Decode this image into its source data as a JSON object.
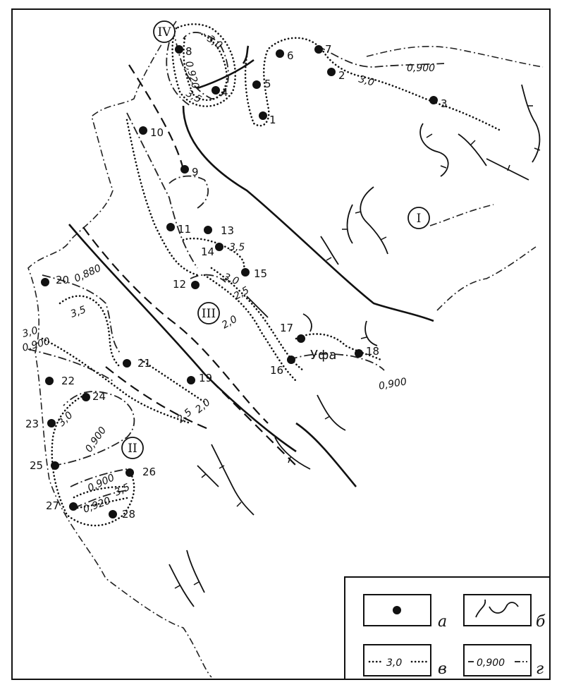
{
  "wells": [
    {
      "id": "1",
      "label": "1"
    },
    {
      "id": "2",
      "label": "2"
    },
    {
      "id": "3",
      "label": "3"
    },
    {
      "id": "4",
      "label": "4"
    },
    {
      "id": "5",
      "label": "5"
    },
    {
      "id": "6",
      "label": "6"
    },
    {
      "id": "7",
      "label": "7"
    },
    {
      "id": "8",
      "label": "8"
    },
    {
      "id": "9",
      "label": "9"
    },
    {
      "id": "10",
      "label": "10"
    },
    {
      "id": "11",
      "label": "11"
    },
    {
      "id": "12",
      "label": "12"
    },
    {
      "id": "13",
      "label": "13"
    },
    {
      "id": "14",
      "label": "14"
    },
    {
      "id": "15",
      "label": "15"
    },
    {
      "id": "16",
      "label": "16"
    },
    {
      "id": "17",
      "label": "17"
    },
    {
      "id": "18",
      "label": "18"
    },
    {
      "id": "19",
      "label": "19"
    },
    {
      "id": "20",
      "label": "20"
    },
    {
      "id": "21",
      "label": "21"
    },
    {
      "id": "22",
      "label": "22"
    },
    {
      "id": "23",
      "label": "23"
    },
    {
      "id": "24",
      "label": "24"
    },
    {
      "id": "25",
      "label": "25"
    },
    {
      "id": "26",
      "label": "26"
    },
    {
      "id": "27",
      "label": "27"
    },
    {
      "id": "28",
      "label": "28"
    }
  ],
  "zones": {
    "I": "I",
    "II": "II",
    "III": "III",
    "IV": "IV"
  },
  "city": "Уфа",
  "isolines": {
    "v30": "3,0",
    "v35": "3,5",
    "v25": "2,5",
    "v20": "2,0",
    "g900": "0,900",
    "g880": "0,880",
    "g920": "0,920"
  },
  "legend": {
    "a": "а",
    "b": "б",
    "v": "в",
    "g": "г",
    "v_value": "3,0",
    "g_value": "0,900"
  }
}
